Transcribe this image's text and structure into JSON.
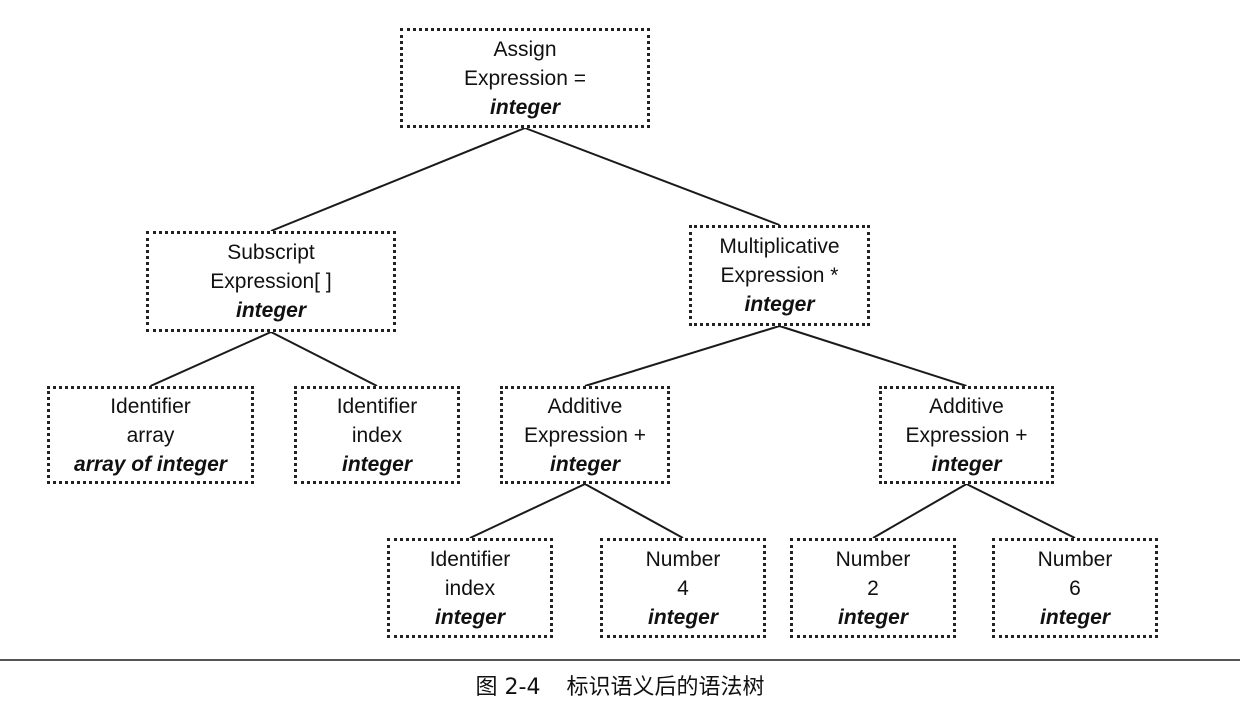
{
  "nodes": {
    "assign": {
      "lines": [
        "Assign",
        "Expression ="
      ],
      "type": "integer"
    },
    "subscript": {
      "lines": [
        "Subscript",
        "Expression[ ]"
      ],
      "type": "integer"
    },
    "multiplicative": {
      "lines": [
        "Multiplicative",
        "Expression *"
      ],
      "type": "integer"
    },
    "identifier_array": {
      "lines": [
        "Identifier",
        "array"
      ],
      "type": "array of integer"
    },
    "identifier_index": {
      "lines": [
        "Identifier",
        "index"
      ],
      "type": "integer"
    },
    "additive_left": {
      "lines": [
        "Additive",
        "Expression +"
      ],
      "type": "integer"
    },
    "additive_right": {
      "lines": [
        "Additive",
        "Expression +"
      ],
      "type": "integer"
    },
    "identifier_index_2": {
      "lines": [
        "Identifier",
        "index"
      ],
      "type": "integer"
    },
    "number_4": {
      "lines": [
        "Number",
        "4"
      ],
      "type": "integer"
    },
    "number_2": {
      "lines": [
        "Number",
        "2"
      ],
      "type": "integer"
    },
    "number_6": {
      "lines": [
        "Number",
        "6"
      ],
      "type": "integer"
    }
  },
  "edges": [
    [
      "assign",
      "subscript"
    ],
    [
      "assign",
      "multiplicative"
    ],
    [
      "subscript",
      "identifier_array"
    ],
    [
      "subscript",
      "identifier_index"
    ],
    [
      "multiplicative",
      "additive_left"
    ],
    [
      "multiplicative",
      "additive_right"
    ],
    [
      "additive_left",
      "identifier_index_2"
    ],
    [
      "additive_left",
      "number_4"
    ],
    [
      "additive_right",
      "number_2"
    ],
    [
      "additive_right",
      "number_6"
    ]
  ],
  "caption": {
    "number": "图 2-4",
    "text": "标识语义后的语法树"
  }
}
